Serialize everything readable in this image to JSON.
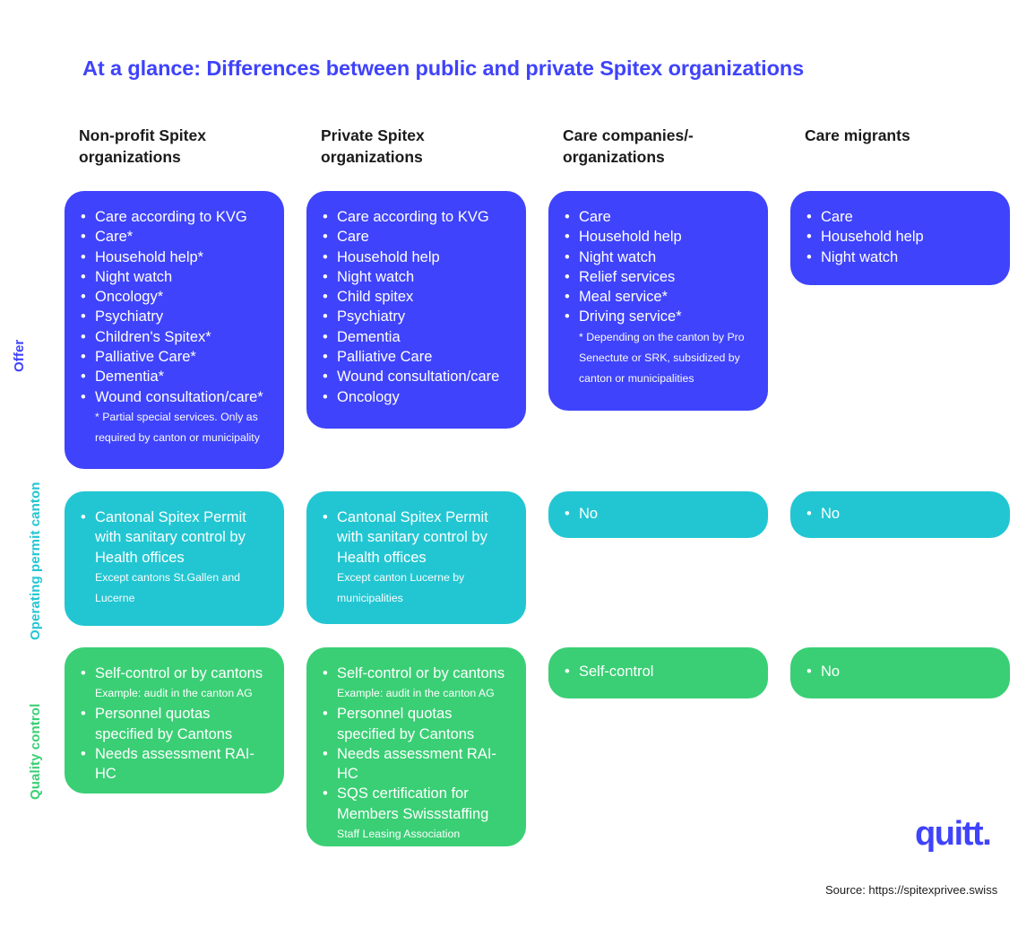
{
  "title": "At a glance: Differences between public and private Spitex organizations",
  "columns": [
    {
      "header": "Non-profit Spitex organizations"
    },
    {
      "header": "Private Spitex organizations"
    },
    {
      "header": "Care companies/-organizations"
    },
    {
      "header": "Care migrants"
    }
  ],
  "row_labels": [
    {
      "text": "Offer",
      "color": "#3f43fb"
    },
    {
      "text": "Operating permit canton",
      "color": "#22c6d2"
    },
    {
      "text": "Quality control",
      "color": "#3acf75"
    }
  ],
  "rows": [
    {
      "name": "Offer",
      "color": "#3f43fb",
      "cells": [
        {
          "items": [
            "Care according to KVG",
            "Care*",
            "Household help*",
            "Night watch",
            "Oncology*",
            "Psychiatry",
            "Children's Spitex*",
            "Palliative Care*",
            "Dementia*",
            "Wound consultation/care*"
          ],
          "note": "* Partial special services. Only as required by canton or municipality"
        },
        {
          "items": [
            "Care according to KVG",
            "Care",
            "Household help",
            "Night watch",
            "Child spitex",
            "Psychiatry",
            "Dementia",
            "Palliative Care",
            "Wound consultation/care",
            "Oncology"
          ],
          "note": ""
        },
        {
          "items": [
            "Care",
            "Household help",
            "Night watch",
            "Relief services",
            "Meal service*",
            "Driving service*"
          ],
          "note": "* Depending on the canton by Pro Senectute or SRK, subsidized by canton or municipalities"
        },
        {
          "items": [
            "Care",
            "Household help",
            "Night watch"
          ],
          "note": ""
        }
      ]
    },
    {
      "name": "Operating permit canton",
      "color": "#22c6d2",
      "cells": [
        {
          "items": [
            "Cantonal Spitex Permit with sanitary control by Health offices"
          ],
          "note": "Except cantons St.Gallen and Lucerne"
        },
        {
          "items": [
            "Cantonal Spitex Permit with sanitary control by Health offices"
          ],
          "note": "Except canton Lucerne by municipalities"
        },
        {
          "items": [
            "No"
          ],
          "note": ""
        },
        {
          "items": [
            "No"
          ],
          "note": ""
        }
      ]
    },
    {
      "name": "Quality control",
      "color": "#3acf75",
      "cells": [
        {
          "items": [
            "Self-control or by cantons",
            "Personnel quotas specified by Cantons",
            "Needs assessment RAI-HC"
          ],
          "inline_notes": {
            "0": "Example: audit in the canton AG"
          },
          "note": ""
        },
        {
          "items": [
            "Self-control or by cantons",
            "Personnel quotas specified by Cantons",
            "Needs assessment RAI-HC",
            "SQS certification for Members Swissstaffing"
          ],
          "inline_notes": {
            "0": "Example: audit in the canton AG",
            "3": "Staff Leasing Association"
          },
          "note": ""
        },
        {
          "items": [
            "Self-control"
          ],
          "note": ""
        },
        {
          "items": [
            "No"
          ],
          "note": ""
        }
      ]
    }
  ],
  "footer": {
    "logo": "quitt.",
    "source": "Source: https://spitexprivee.swiss"
  },
  "colors": {
    "blue": "#3f43fb",
    "teal": "#22c6d2",
    "green": "#3acf75",
    "text_dark": "#1b1b1b",
    "background": "#ffffff"
  }
}
